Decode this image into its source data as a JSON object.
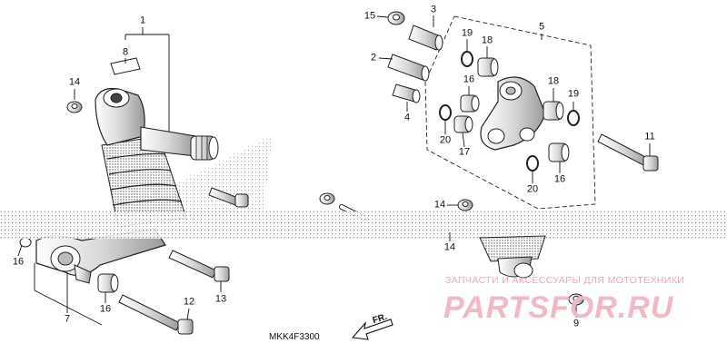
{
  "diagram_code": "MKK4F3300",
  "direction_label": "FR.",
  "watermark": {
    "tagline": "ЗАПЧАСТИ И АКСЕССУАРЫ ДЛЯ МОТОТЕХНИКИ",
    "logo": "PARTSFOR.RU"
  },
  "callouts": [
    {
      "id": "c1",
      "text": "1"
    },
    {
      "id": "c8",
      "text": "8"
    },
    {
      "id": "c14a",
      "text": "14"
    },
    {
      "id": "c16a",
      "text": "16"
    },
    {
      "id": "c7",
      "text": "7"
    },
    {
      "id": "c16b",
      "text": "16"
    },
    {
      "id": "c13",
      "text": "13"
    },
    {
      "id": "c12",
      "text": "12"
    },
    {
      "id": "c15",
      "text": "15"
    },
    {
      "id": "c3",
      "text": "3"
    },
    {
      "id": "c2",
      "text": "2"
    },
    {
      "id": "c4",
      "text": "4"
    },
    {
      "id": "c19a",
      "text": "19"
    },
    {
      "id": "c18a",
      "text": "18"
    },
    {
      "id": "c5",
      "text": "5"
    },
    {
      "id": "c16c",
      "text": "16"
    },
    {
      "id": "c20a",
      "text": "20"
    },
    {
      "id": "c17",
      "text": "17"
    },
    {
      "id": "c18b",
      "text": "18"
    },
    {
      "id": "c19b",
      "text": "19"
    },
    {
      "id": "c11",
      "text": "11"
    },
    {
      "id": "c20b",
      "text": "20"
    },
    {
      "id": "c16d",
      "text": "16"
    },
    {
      "id": "c14b",
      "text": "14"
    },
    {
      "id": "c14c",
      "text": "14"
    },
    {
      "id": "c9",
      "text": "9"
    }
  ]
}
